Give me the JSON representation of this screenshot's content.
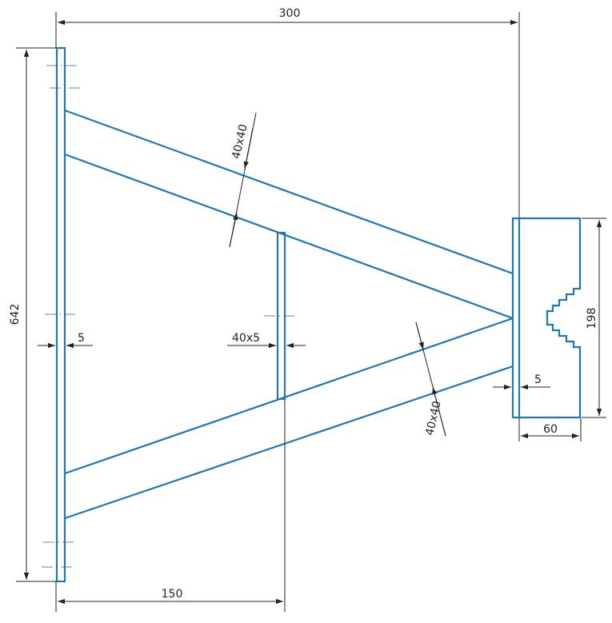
{
  "colors": {
    "part": "#1f77b4",
    "dimension": "#222222",
    "background": "#ffffff"
  },
  "dimensions": {
    "overall_width": "300",
    "overall_height": "642",
    "strut_position": "150",
    "wall_plate_thickness": "5",
    "upper_brace_section": "40x40",
    "lower_brace_section": "40x40",
    "strut_section": "40x5",
    "end_plate_height": "198",
    "end_plate_thickness": "5",
    "end_block_width": "60"
  }
}
